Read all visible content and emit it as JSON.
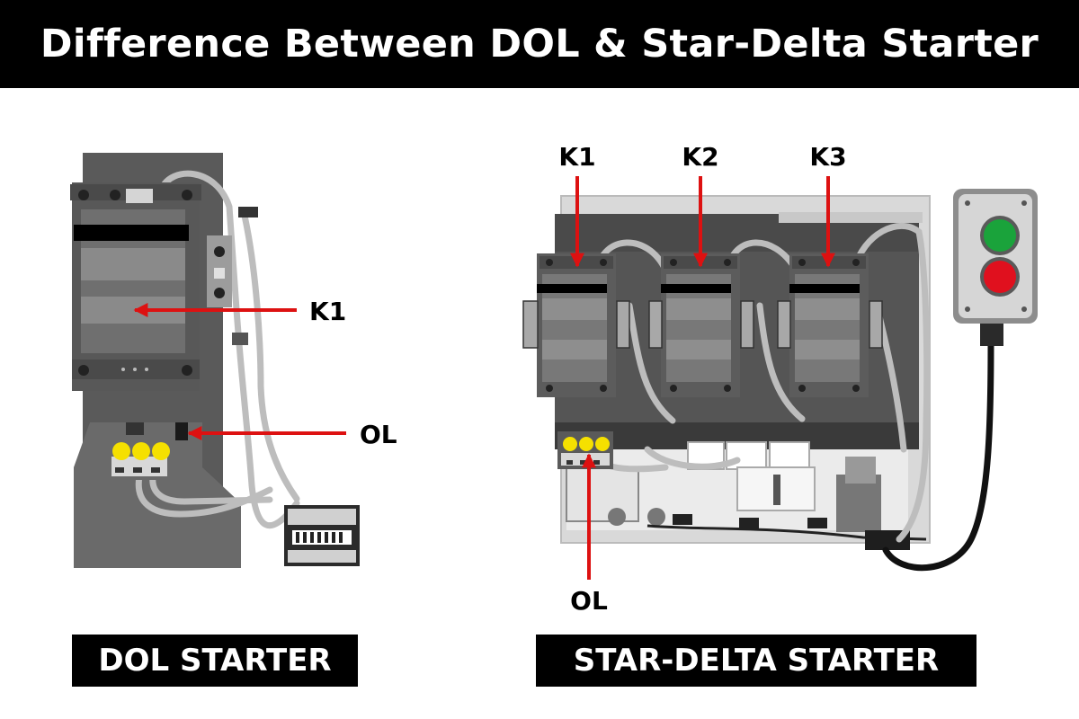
{
  "title": "Difference Between DOL & Star-Delta Starter",
  "colors": {
    "arrow": "#dd1111",
    "start_button": "#1aa33b",
    "stop_button": "#e0101e",
    "indicator_lamp": "#f5e000"
  },
  "dol": {
    "caption": "DOL STARTER",
    "label_contactor": "K1",
    "label_overload": "OL"
  },
  "star_delta": {
    "caption": "STAR-DELTA STARTER",
    "label_k1": "K1",
    "label_k2": "K2",
    "label_k3": "K3",
    "label_overload": "OL"
  }
}
